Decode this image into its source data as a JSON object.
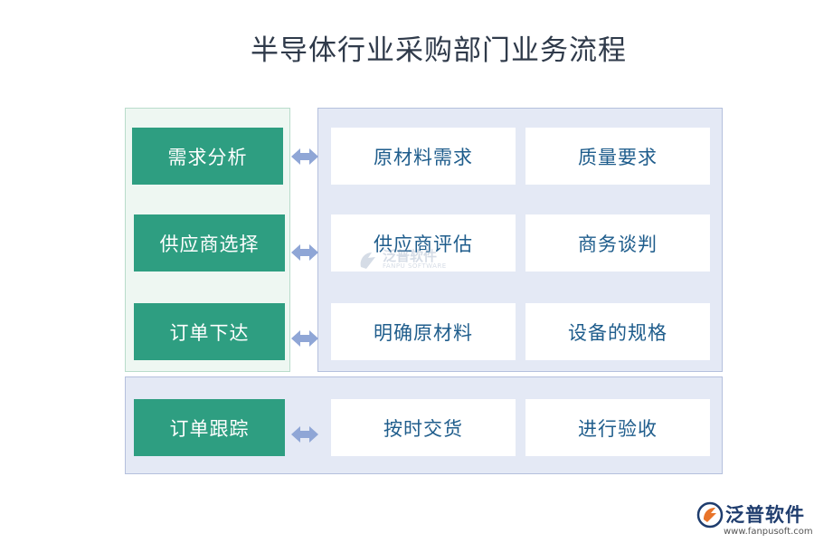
{
  "title": "半导体行业采购部门业务流程",
  "rows": [
    {
      "step": "需求分析",
      "items": [
        "原材料需求",
        "质量要求"
      ]
    },
    {
      "step": "供应商选择",
      "items": [
        "供应商评估",
        "商务谈判"
      ]
    },
    {
      "step": "订单下达",
      "items": [
        "明确原材料",
        "设备的规格"
      ]
    },
    {
      "step": "订单跟踪",
      "items": [
        "按时交货",
        "进行验收"
      ]
    }
  ],
  "watermark": {
    "name": "泛普软件",
    "sub": "FANPU SOFTWARE"
  },
  "logo": {
    "name": "泛普软件",
    "url": "www.fanpusoft.com"
  },
  "colors": {
    "step_fill": "#2e9e81",
    "left_panel": "#eef7f2",
    "right_panel": "#e4e9f5",
    "item_text": "#1f5d8c",
    "arrow": "#8fa6d6"
  }
}
